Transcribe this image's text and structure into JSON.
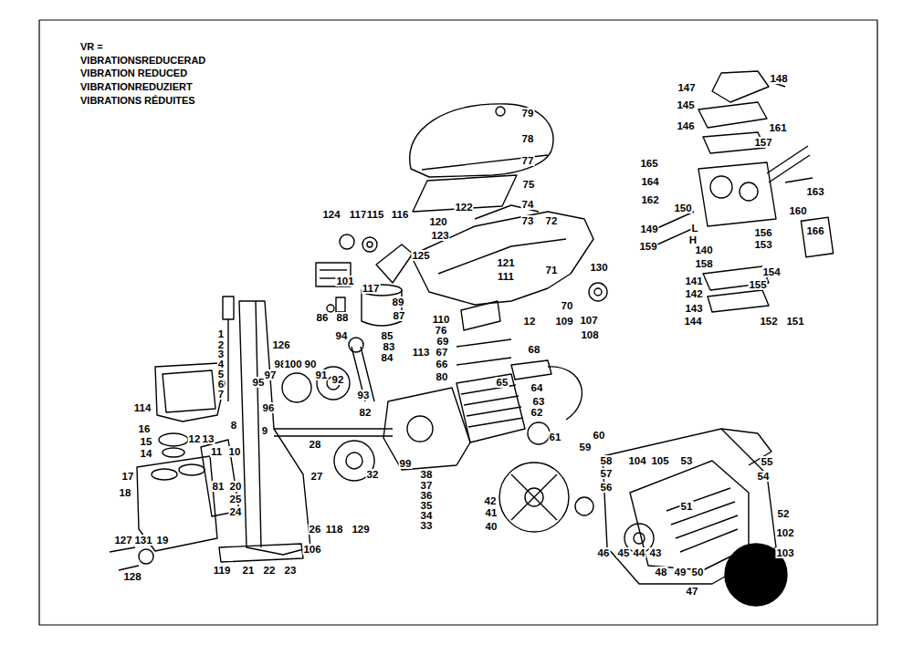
{
  "diagram": {
    "labels": [
      "VR =",
      "VIBRATIONSREDUCERAD",
      "VIBRATION REDUCED",
      "VIBRATIONREDUZIERT",
      "VIBRATIONS RÉDUITES",
      "79",
      "78",
      "77",
      "75",
      "122",
      "74",
      "73",
      "72",
      "124",
      "117",
      "115",
      "116",
      "120",
      "123",
      "125",
      "101",
      "117",
      "89",
      "87",
      "86",
      "88",
      "121",
      "111",
      "71",
      "130",
      "70",
      "110",
      "76",
      "69",
      "12",
      "109",
      "107",
      "108",
      "68",
      "67",
      "66",
      "80",
      "65",
      "64",
      "63",
      "62",
      "61",
      "60",
      "94",
      "85",
      "83",
      "84",
      "113",
      "126",
      "1",
      "2",
      "3",
      "4",
      "5",
      "6",
      "7",
      "97",
      "98",
      "100",
      "90",
      "91",
      "92",
      "95",
      "93",
      "96",
      "9",
      "114",
      "16",
      "15",
      "14",
      "17",
      "18",
      "8",
      "12",
      "13",
      "11",
      "10",
      "81",
      "20",
      "25",
      "24",
      "28",
      "82",
      "99",
      "32",
      "27",
      "26",
      "118",
      "129",
      "106",
      "19",
      "127",
      "131",
      "128",
      "119",
      "21",
      "22",
      "23",
      "38",
      "37",
      "36",
      "35",
      "34",
      "33",
      "42",
      "41",
      "40",
      "59",
      "58",
      "57",
      "56",
      "104",
      "105",
      "53",
      "55",
      "54",
      "51",
      "52",
      "102",
      "103",
      "46",
      "45",
      "44",
      "43",
      "48",
      "49",
      "50",
      "47",
      "148",
      "147",
      "145",
      "146",
      "157",
      "161",
      "165",
      "164",
      "162",
      "163",
      "150",
      "160",
      "166",
      "L",
      "H",
      "149",
      "159",
      "156",
      "153",
      "140",
      "158",
      "154",
      "141",
      "155",
      "142",
      "143",
      "152",
      "151",
      "144"
    ]
  }
}
